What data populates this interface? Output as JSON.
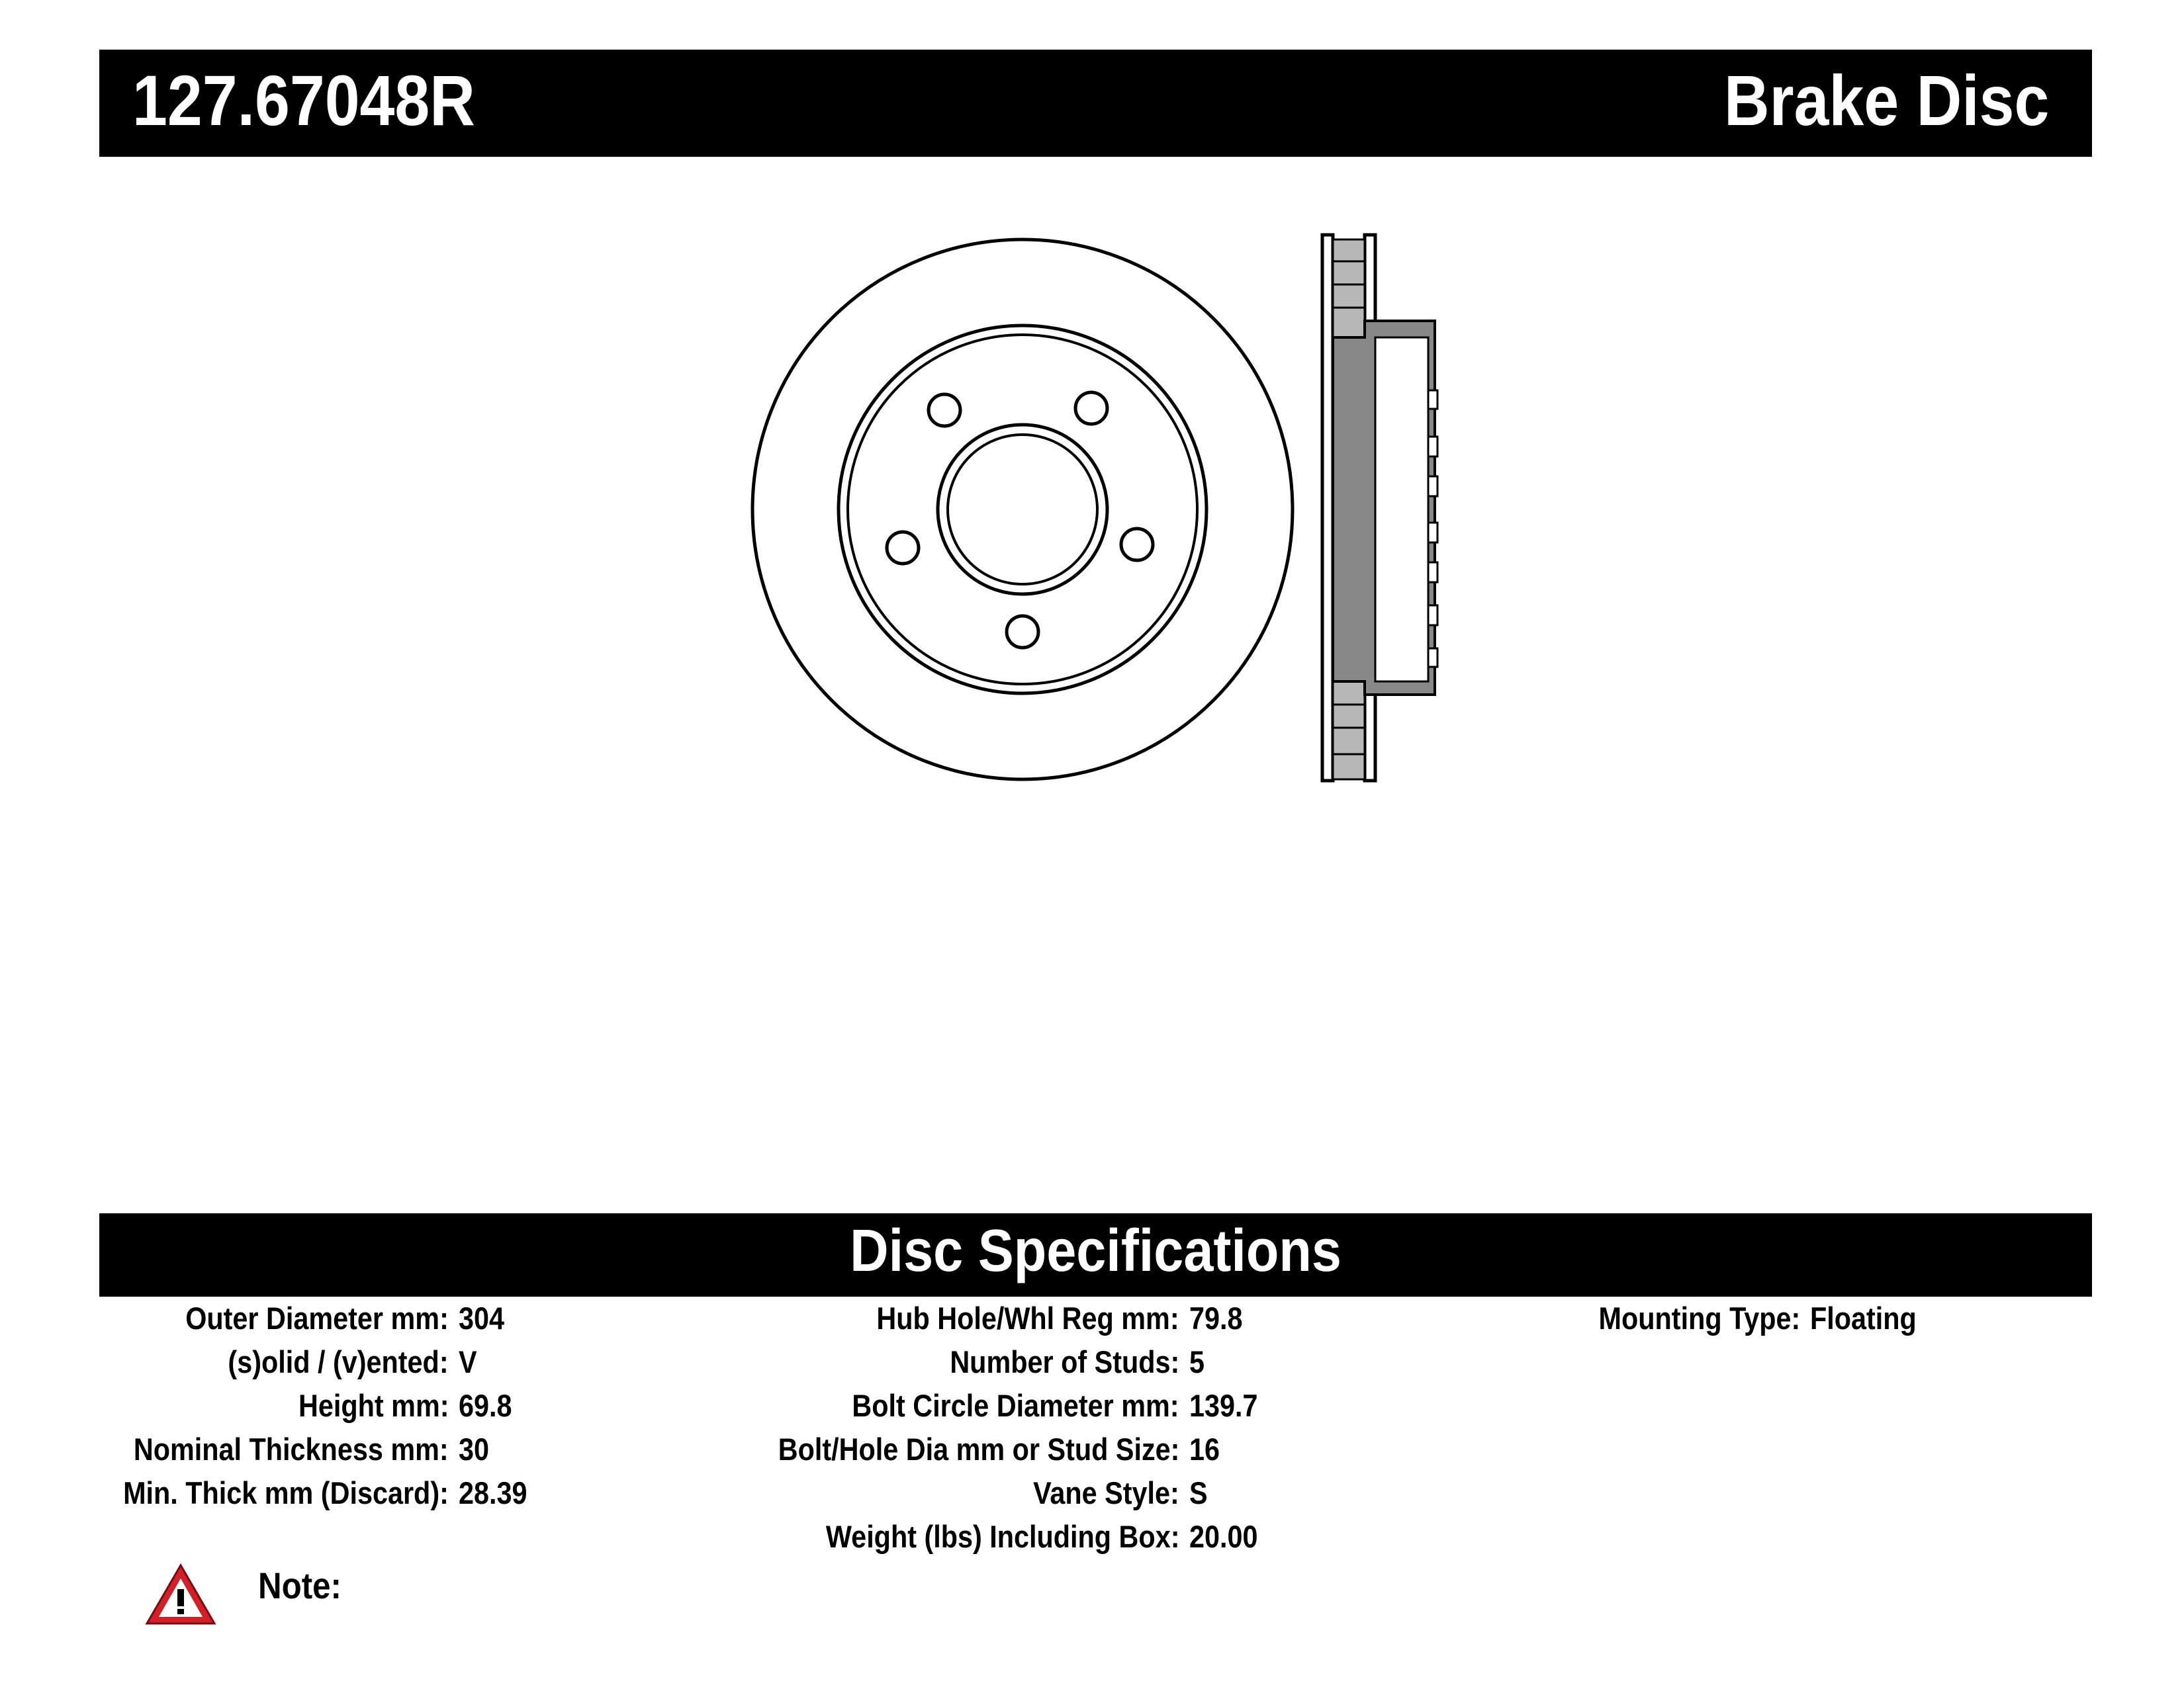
{
  "header": {
    "part_number": "127.67048R",
    "title": "Brake Disc"
  },
  "specs_heading": "Disc Specifications",
  "specs": {
    "col1": [
      {
        "label": "Outer Diameter mm:",
        "value": "304"
      },
      {
        "label": "(s)olid / (v)ented:",
        "value": "V"
      },
      {
        "label": "Height mm:",
        "value": "69.8"
      },
      {
        "label": "Nominal Thickness mm:",
        "value": "30"
      },
      {
        "label": "Min. Thick mm (Discard):",
        "value": "28.39"
      }
    ],
    "col2": [
      {
        "label": "Hub Hole/Whl Reg mm:",
        "value": "79.8"
      },
      {
        "label": "Number of Studs:",
        "value": "5"
      },
      {
        "label": "Bolt Circle Diameter mm:",
        "value": "139.7"
      },
      {
        "label": "Bolt/Hole Dia mm or Stud Size:",
        "value": "16"
      },
      {
        "label": "Vane Style:",
        "value": "S"
      },
      {
        "label": "Weight (lbs) Including Box:",
        "value": "20.00"
      }
    ],
    "col3": [
      {
        "label": "Mounting Type:",
        "value": "Floating"
      }
    ]
  },
  "note": {
    "label": "Note:",
    "icon": "warning-triangle-icon",
    "icon_color": "#d0202a"
  }
}
